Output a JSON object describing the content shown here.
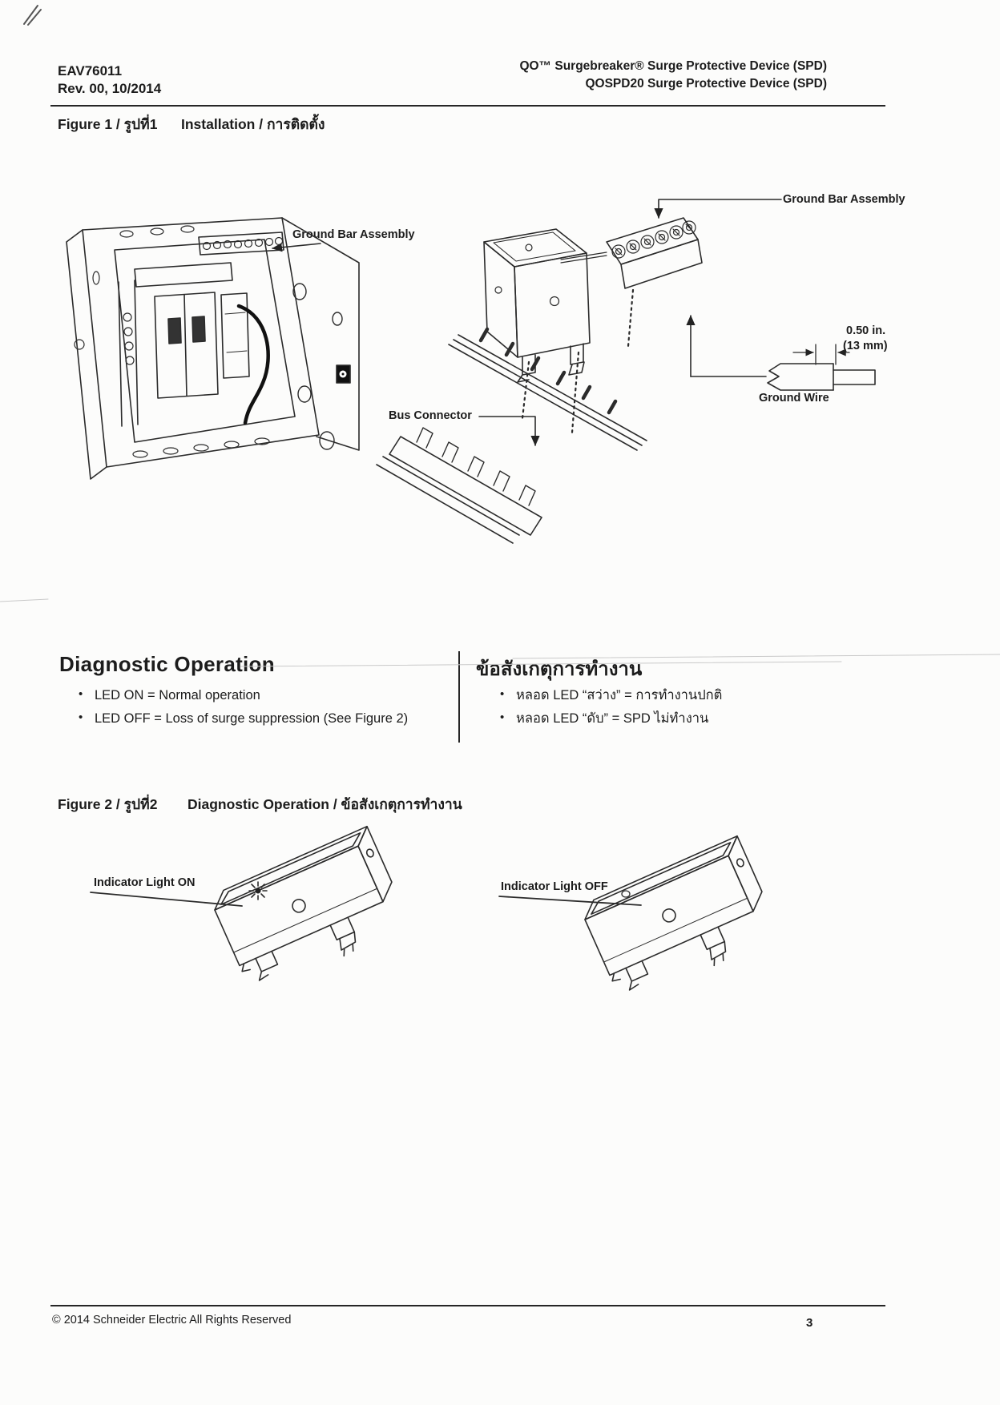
{
  "theme": {
    "ink_color": "#1c1c1c",
    "paper_color": "#fcfcfb"
  },
  "header": {
    "doc_number": "EAV76011",
    "revision": "Rev. 00, 10/2014",
    "product_line1": "QO™ Surgebreaker® Surge Protective Device (SPD)",
    "product_line2": "QOSPD20 Surge Protective Device (SPD)"
  },
  "figure1": {
    "caption_label": "Figure 1 / รูปที่1",
    "caption_title": "Installation / การติดตั้ง",
    "labels": {
      "ground_bar_left": "Ground Bar Assembly",
      "ground_bar_right": "Ground Bar Assembly",
      "bus_connector": "Bus Connector",
      "dim_inch": "0.50 in.",
      "dim_mm": "(13 mm)",
      "ground_wire": "Ground Wire"
    }
  },
  "diagnostic": {
    "heading_en": "Diagnostic Operation",
    "bullets_en": [
      "LED ON = Normal operation",
      "LED OFF = Loss of surge suppression (See Figure 2)"
    ],
    "heading_th": "ข้อสังเกตุการทำงาน",
    "bullets_th": [
      "หลอด LED “สว่าง” = การทำงานปกติ",
      "หลอด LED “ดับ” = SPD ไม่ทำงาน"
    ]
  },
  "figure2": {
    "caption_label": "Figure 2 / รูปที่2",
    "caption_title": "Diagnostic Operation / ข้อสังเกตุการทำงาน",
    "label_on": "Indicator Light ON",
    "label_off": "Indicator Light OFF"
  },
  "footer": {
    "copyright": "© 2014 Schneider Electric All Rights Reserved",
    "page_number": "3"
  }
}
